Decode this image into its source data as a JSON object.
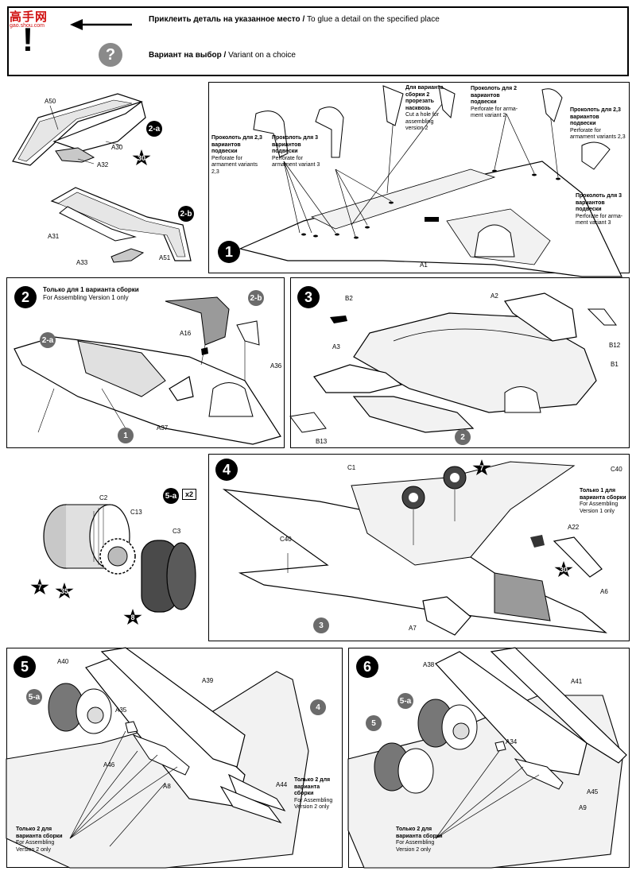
{
  "watermark": {
    "top": "高手网",
    "bottom": "gao.shou.com"
  },
  "legend": {
    "glue_text": "Приклеить деталь на указанное место",
    "glue_text_en": "To glue a detail on the specified place",
    "variant_text": "Вариант на выбор",
    "variant_text_en": "Variant on a choice",
    "separator": " / "
  },
  "parts": {
    "A50": "A50",
    "A30": "A30",
    "A32": "A32",
    "A31": "A31",
    "A33": "A33",
    "A51": "A51",
    "A1": "A1",
    "A16": "A16",
    "A36": "A36",
    "A37": "A37",
    "A2": "A2",
    "A3": "A3",
    "B2": "B2",
    "B12": "B12",
    "B1": "B1",
    "B13": "B13",
    "C1": "C1",
    "C40": "C40",
    "C40b": "C40",
    "A22": "A22",
    "A6": "A6",
    "A7": "A7",
    "C2": "C2",
    "C13": "C13",
    "C3": "C3",
    "A40": "A40",
    "A39": "A39",
    "A35": "A35",
    "A46": "A46",
    "A8": "A8",
    "A44": "A44",
    "A38": "A38",
    "A41": "A41",
    "A34": "A34",
    "A45": "A45",
    "A9": "A9"
  },
  "refs": {
    "r2a": "2-a",
    "r2b": "2-b",
    "r2b_s2": "2-b",
    "r2a_s2": "2-a",
    "r1_s2": "1",
    "r2_s3": "2",
    "r3_s4": "3",
    "r5a": "5-a",
    "x2": "x2",
    "r4_s5": "4",
    "r5a_s5": "5-a",
    "r5a_s6": "5-a",
    "r5_s6": "5"
  },
  "stars": {
    "s30a": "30",
    "s7a": "7",
    "s30b": "30",
    "s7b": "7",
    "s35": "35",
    "s8": "8"
  },
  "steps": {
    "s1": "1",
    "s2": "2",
    "s3": "3",
    "s4": "4",
    "s5": "5",
    "s6": "6"
  },
  "notes": {
    "n1_ru": "Проколоть для 2,3 вариантов подвески",
    "n1_en": "Perforate for armament variants 2,3",
    "n2_ru": "Проколоть для 3 вариантов подвески",
    "n2_en": "Perforate for armament variant 3",
    "n3_ru": "Для варианта сборки 2 прорезать насквозь",
    "n3_en": "Cut a hole for assembling version 2",
    "n4_ru": "Проколоть для 2 вариантов подвески",
    "n4_en": "Perforate for arma- ment variant 2",
    "n5_ru": "Проколоть для 2,3 вариантов подвески",
    "n5_en": "Perforate for armament variants 2,3",
    "n6_ru": "Проколоть для 3 вариантов подвески",
    "n6_en": "Perforate for arma- ment variant 3",
    "s2_ru": "Только для 1 варианта сборки",
    "s2_en": "For Assembling Version 1 only",
    "s4_ru": "Только 1 для варианта сборки",
    "s4_en": "For Assembling Version 1 only",
    "s5a_ru": "Только 2 для варианта сборки",
    "s5a_en": "For Assembling Version 2 only",
    "s5b_ru": "Только 2 для варианта сборки",
    "s5b_en": "For Assembling Version 2 only",
    "s6_ru": "Только 2 для варианта сборки",
    "s6_en": "For Assembling Version 2 only"
  },
  "colors": {
    "ink": "#000000",
    "ref_grey": "#6b6b6b",
    "shade": "#9a9a9a"
  }
}
